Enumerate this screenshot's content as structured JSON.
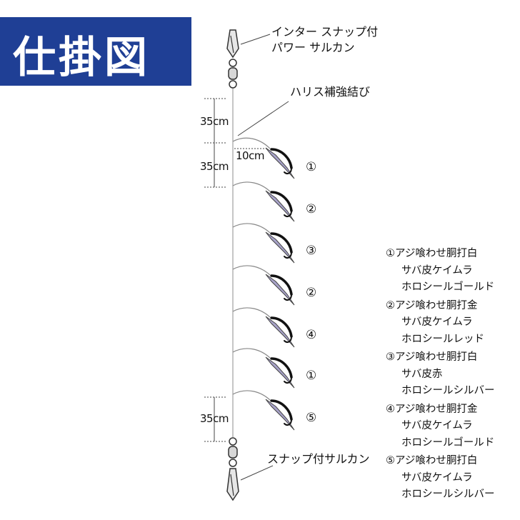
{
  "title": "仕掛図",
  "top_label": [
    "インター スナップ付",
    "パワー サルカン"
  ],
  "reinforce_label": "ハリス補強結び",
  "bottom_label": "スナップ付サルカン",
  "dims": {
    "d1": "35cm",
    "d2": "35cm",
    "d3": "35cm",
    "branch": "10cm"
  },
  "hook_numbers": [
    "①",
    "②",
    "③",
    "②",
    "④",
    "①",
    "⑤"
  ],
  "legend": [
    {
      "head": "①アジ喰わせ胴打白",
      "lines": [
        "サバ皮ケイムラ",
        "ホロシールゴールド"
      ]
    },
    {
      "head": "②アジ喰わせ胴打金",
      "lines": [
        "サバ皮ケイムラ",
        "ホロシールレッド"
      ]
    },
    {
      "head": "③アジ喰わせ胴打白",
      "lines": [
        "サバ皮赤",
        "ホロシールシルバー"
      ]
    },
    {
      "head": "④アジ喰わせ胴打金",
      "lines": [
        "サバ皮ケイムラ",
        "ホロシールゴールド"
      ]
    },
    {
      "head": "⑤アジ喰わせ胴打白",
      "lines": [
        "サバ皮ケイムラ",
        "ホロシールシルバー"
      ]
    }
  ],
  "colors": {
    "title_bg": "#1f3f95",
    "line": "#9a9a9a",
    "lure": "#a8a3c9"
  }
}
